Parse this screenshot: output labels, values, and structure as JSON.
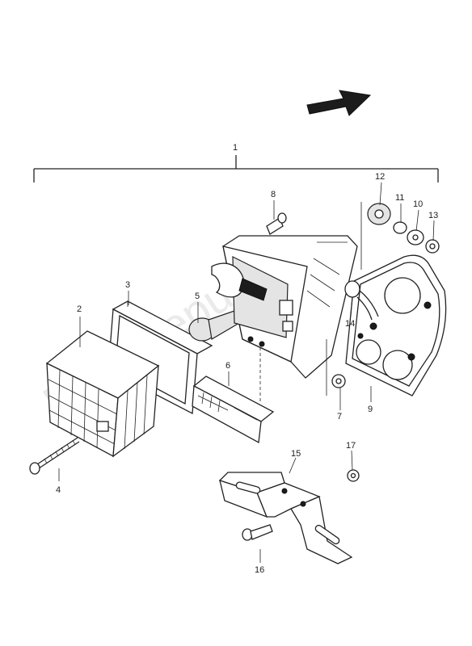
{
  "watermark": "PartsRepublik",
  "callouts": {
    "c1": "1",
    "c2": "2",
    "c3": "3",
    "c4": "4",
    "c5": "5",
    "c6": "6",
    "c7": "7",
    "c8": "8",
    "c9": "9",
    "c10": "10",
    "c11": "11",
    "c12": "12",
    "c13": "13",
    "c14": "14",
    "c15": "15",
    "c16": "16",
    "c17": "17"
  },
  "colors": {
    "line": "#222222",
    "background": "#ffffff",
    "fill_dark": "#1c1c1c"
  },
  "icons": {
    "direction": "front-direction-arrow-icon"
  }
}
